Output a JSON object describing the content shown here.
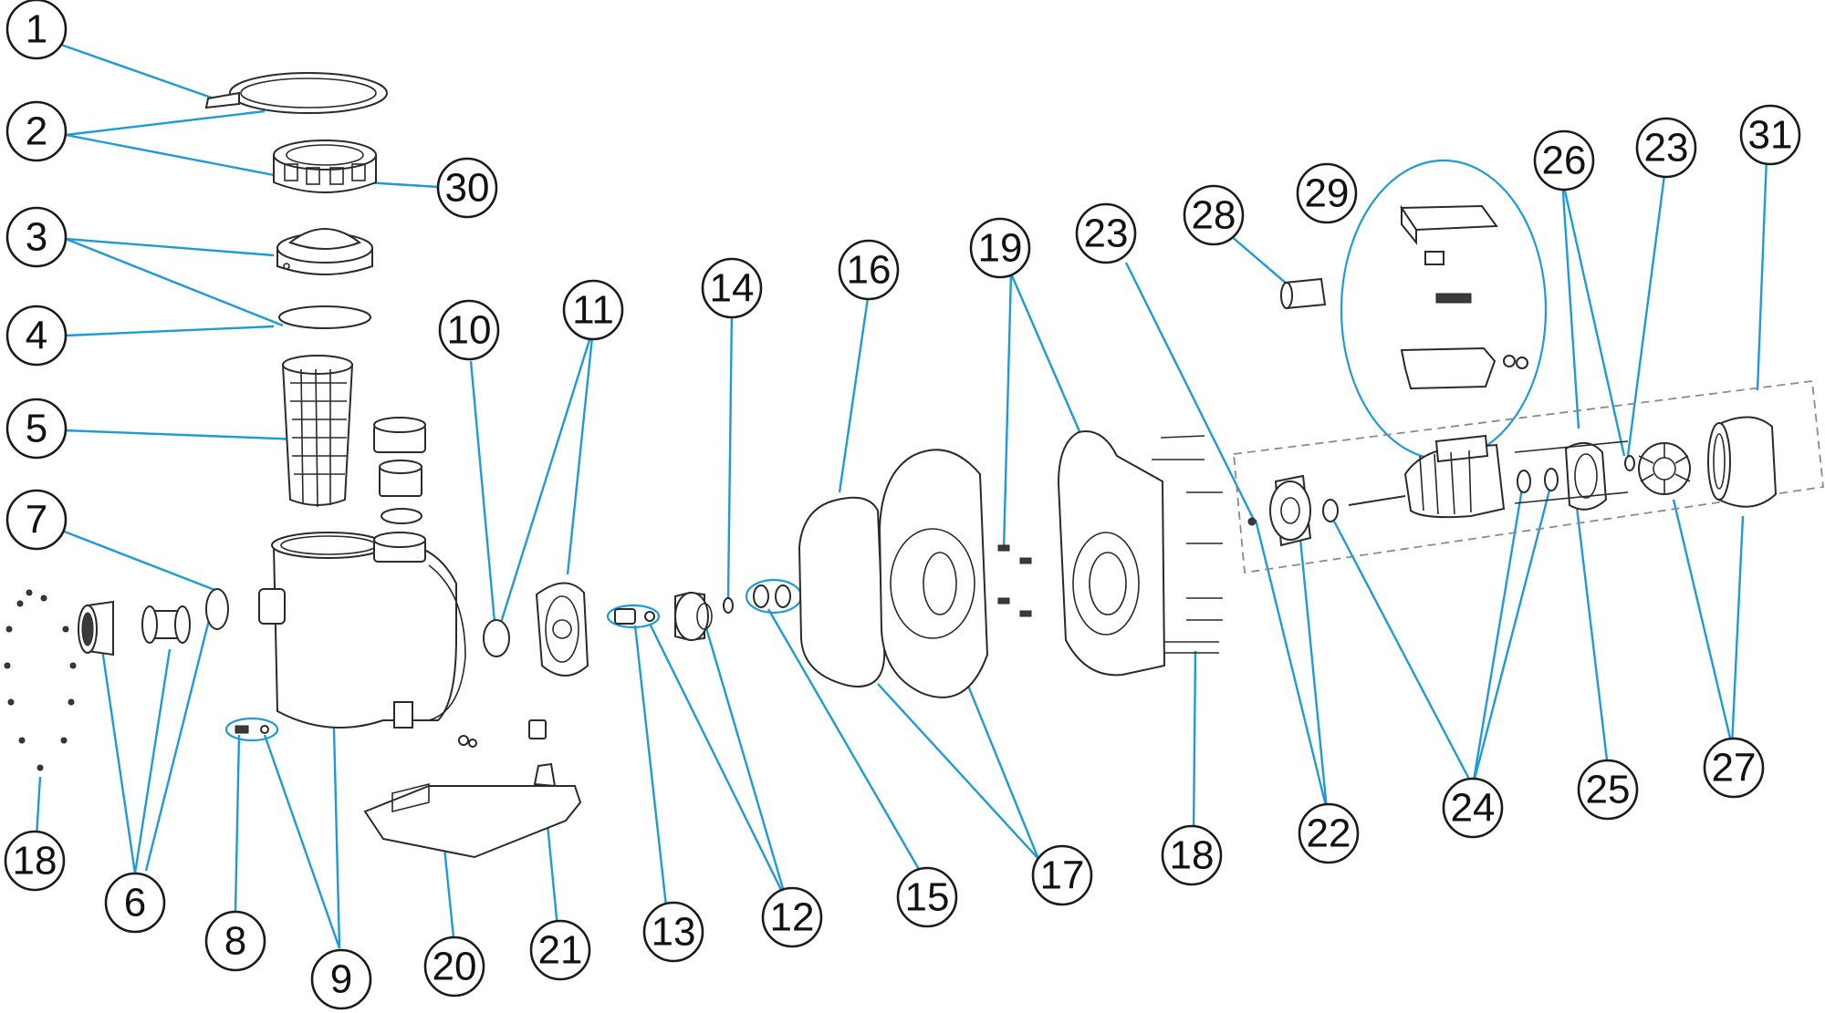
{
  "diagram": {
    "callouts": [
      {
        "id": "c1",
        "label": "1"
      },
      {
        "id": "c2",
        "label": "2"
      },
      {
        "id": "c30",
        "label": "30"
      },
      {
        "id": "c3",
        "label": "3"
      },
      {
        "id": "c4",
        "label": "4"
      },
      {
        "id": "c5",
        "label": "5"
      },
      {
        "id": "c7",
        "label": "7"
      },
      {
        "id": "c10",
        "label": "10"
      },
      {
        "id": "c11",
        "label": "11"
      },
      {
        "id": "c14",
        "label": "14"
      },
      {
        "id": "c16",
        "label": "16"
      },
      {
        "id": "c19",
        "label": "19"
      },
      {
        "id": "c23a",
        "label": "23"
      },
      {
        "id": "c28",
        "label": "28"
      },
      {
        "id": "c29",
        "label": "29"
      },
      {
        "id": "c26",
        "label": "26"
      },
      {
        "id": "c23b",
        "label": "23"
      },
      {
        "id": "c31",
        "label": "31"
      },
      {
        "id": "c18a",
        "label": "18"
      },
      {
        "id": "c6",
        "label": "6"
      },
      {
        "id": "c8",
        "label": "8"
      },
      {
        "id": "c9",
        "label": "9"
      },
      {
        "id": "c20",
        "label": "20"
      },
      {
        "id": "c21",
        "label": "21"
      },
      {
        "id": "c13",
        "label": "13"
      },
      {
        "id": "c12",
        "label": "12"
      },
      {
        "id": "c15",
        "label": "15"
      },
      {
        "id": "c17",
        "label": "17"
      },
      {
        "id": "c18b",
        "label": "18"
      },
      {
        "id": "c22",
        "label": "22"
      },
      {
        "id": "c24",
        "label": "24"
      },
      {
        "id": "c25",
        "label": "25"
      },
      {
        "id": "c27",
        "label": "27"
      }
    ],
    "colors": {
      "leader": "#1e9ad6",
      "outline": "#2a2a2a",
      "dash_box": "#8a8a8a"
    }
  }
}
